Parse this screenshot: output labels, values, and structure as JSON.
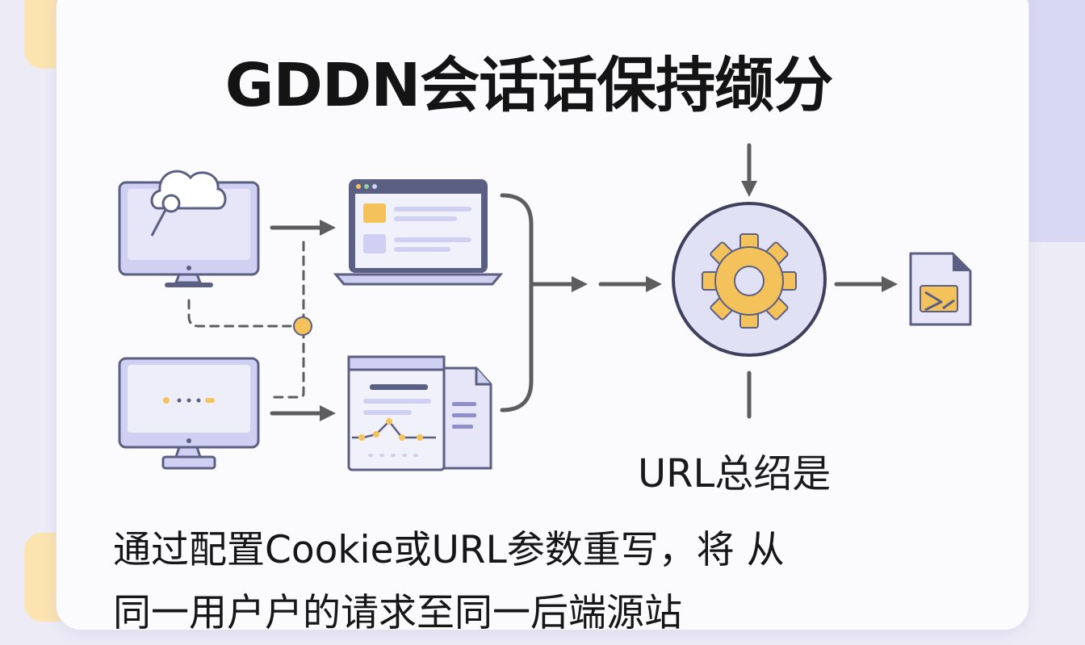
{
  "title": "GDDN会话话保持缬分",
  "url_label": "URL总绍是",
  "description": {
    "line1": "通过配置Cookie或URL参数重写，将 从",
    "line2": "同一用户户的请求至同一后端源站"
  },
  "colors": {
    "lavender": "#cfd0f2",
    "lavender_fill": "#e6e6f8",
    "outline": "#5c5f84",
    "arrow": "#5d5d5d",
    "gold": "#f4c25a",
    "accent_yellow": "#fbe4b0",
    "background": "#ecebf6",
    "card": "#fbfbfd"
  },
  "icons": [
    "cloud-monitor-icon",
    "laptop-icon",
    "monitor-dots-icon",
    "document-chart-icon",
    "gear-icon",
    "file-icon"
  ]
}
